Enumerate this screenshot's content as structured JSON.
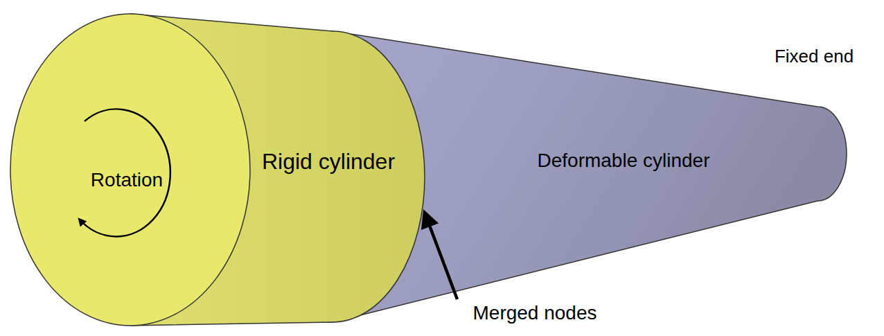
{
  "diagram": {
    "nodes": [
      {
        "text": [
          "Rotation",
          "Rigid cylinder"
        ]
      },
      {
        "text": [
          "Deformable cylinder"
        ]
      }
    ],
    "labels": [
      "Fixed end",
      "Merged nodes"
    ]
  }
}
